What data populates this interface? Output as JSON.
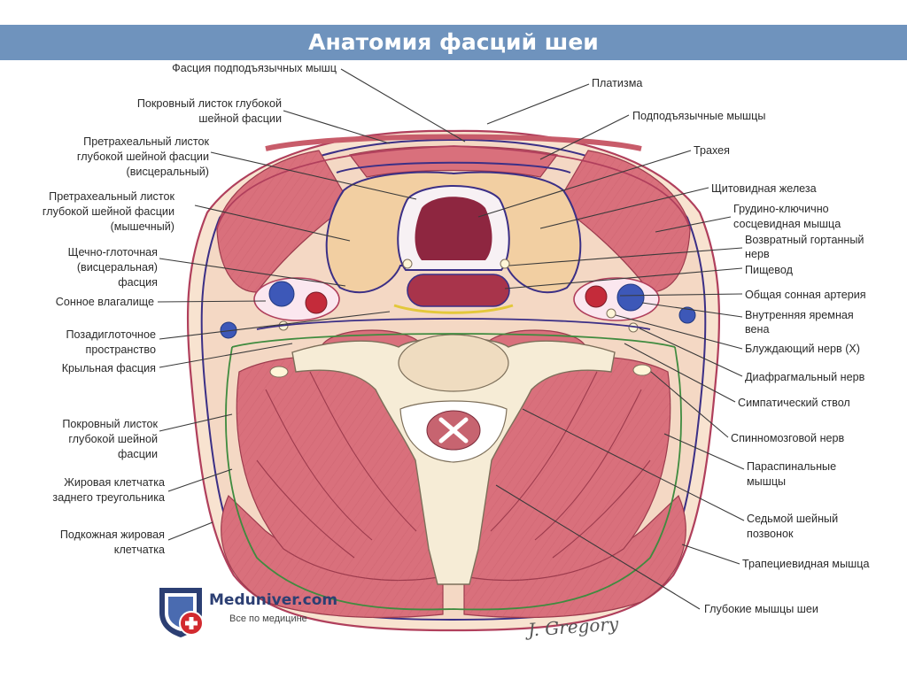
{
  "title": "Анатомия фасций шеи",
  "labels_left": [
    "Фасция подподъязычных мышц",
    "Покровный листок глубокой",
    "шейной фасции",
    "Претрахеальный листок",
    "глубокой шейной фасции",
    "(висцеральный)",
    "Претрахеальный листок",
    "глубокой шейной фасции",
    "(мышечный)",
    "Щечно-глоточная",
    "(висцеральная)",
    "фасция",
    "Сонное влагалище",
    "Позадиглоточное",
    "пространство",
    "Крыльная фасция",
    "Покровный листок",
    "глубокой шейной",
    "фасции",
    "Жировая клетчатка",
    "заднего треугольника",
    "Подкожная жировая",
    "клетчатка"
  ],
  "labels_right": [
    "Платизма",
    "Подподъязычные мышцы",
    "Трахея",
    "Щитовидная железа",
    "Грудино-ключично",
    "сосцевидная мышца",
    "Возвратный гортанный",
    "нерв",
    "Пищевод",
    "Общая сонная артерия",
    "Внутренняя яремная",
    "вена",
    "Блуждающий нерв (X)",
    "Диафрагмальный нерв",
    "Симпатический ствол",
    "Спинномозговой нерв",
    "Параспинальные",
    "мышцы",
    "Седьмой шейный",
    "позвонок",
    "Трапециевидная мышца",
    "Глубокие мышцы шеи"
  ],
  "logo": {
    "name": "Meduniver.com",
    "tagline": "Все по медицине"
  },
  "signature": "J. Gregory",
  "colors": {
    "title_bar": "#6f93bd",
    "muscle": "#d9707c",
    "muscle_light": "#e69aa2",
    "thyroid": "#f2cfa2",
    "bone": "#f6ecd6",
    "fascia": "#3b2f86",
    "fascia_green": "#3f8b3f",
    "artery": "#c42b3a",
    "vein": "#3d58b8",
    "logo_blue": "#2c3f73",
    "logo_red": "#d22a2f"
  }
}
